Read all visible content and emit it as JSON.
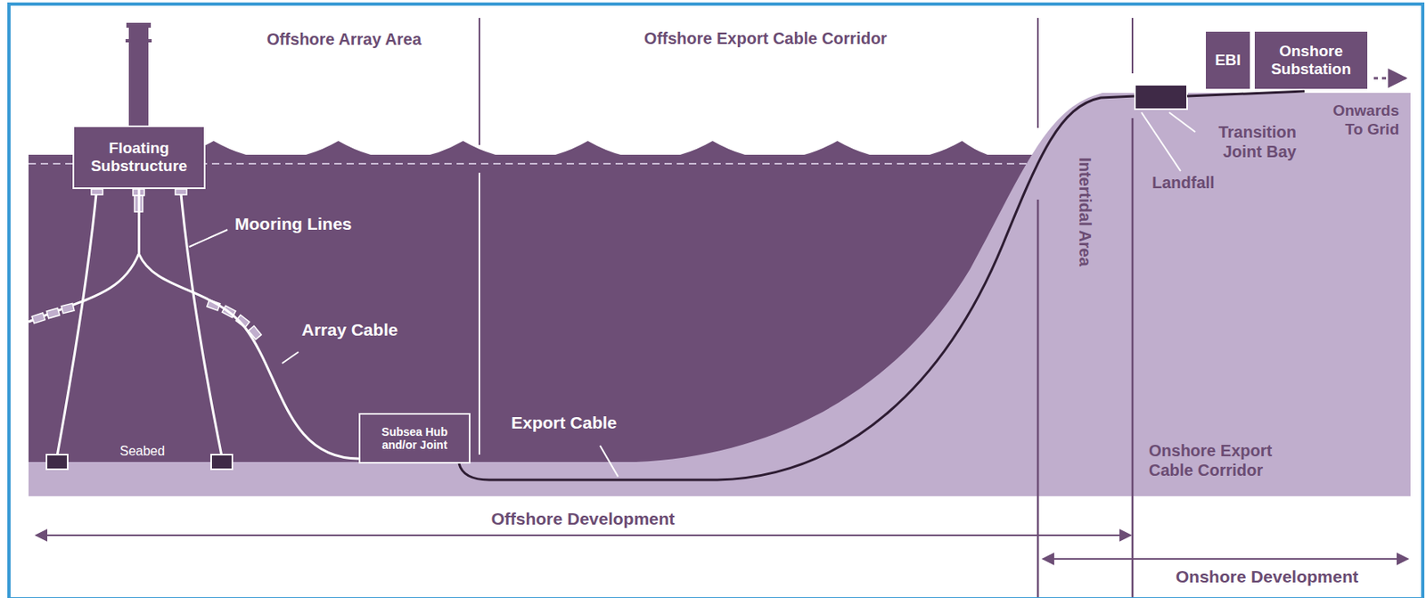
{
  "diagram": {
    "nodes": [
      {
        "text": [
          "Floating Substructure"
        ]
      },
      {
        "text": [
          "Subsea Hub and/or Joint"
        ]
      },
      {
        "text": [
          "EBI"
        ]
      },
      {
        "text": [
          "Onshore Substation"
        ]
      }
    ],
    "edges": [
      {
        "from": 0,
        "to": 1,
        "arrow": "none"
      }
    ],
    "labels": [
      "Offshore Array Area",
      "Offshore Export Cable Corridor",
      "Mooring Lines",
      "Array Cable",
      "Seabed",
      "Export Cable",
      "Intertidal Area",
      "Transition Joint Bay",
      "Landfall",
      "Onwards To Grid",
      "Onshore Export Cable Corridor",
      "Offshore Development",
      "Onshore Development"
    ]
  }
}
